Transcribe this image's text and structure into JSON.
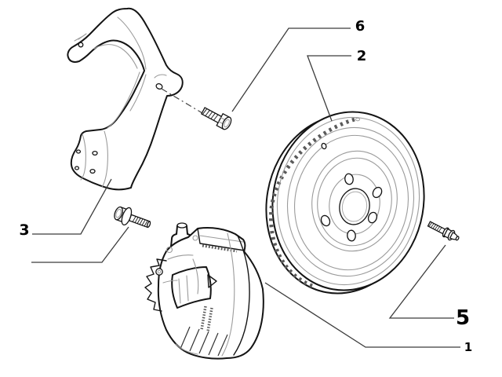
{
  "diagram": {
    "background_color": "#ffffff",
    "outline_color": "#141414",
    "detail_color": "#9b9b9b",
    "leader_color": "#3c3c3c",
    "label_color": "#000000",
    "callouts": {
      "c1": {
        "number": "1"
      },
      "c2": {
        "number": "2"
      },
      "c3": {
        "number": "3"
      },
      "c5": {
        "number": "5"
      },
      "c6": {
        "number": "6"
      }
    }
  }
}
